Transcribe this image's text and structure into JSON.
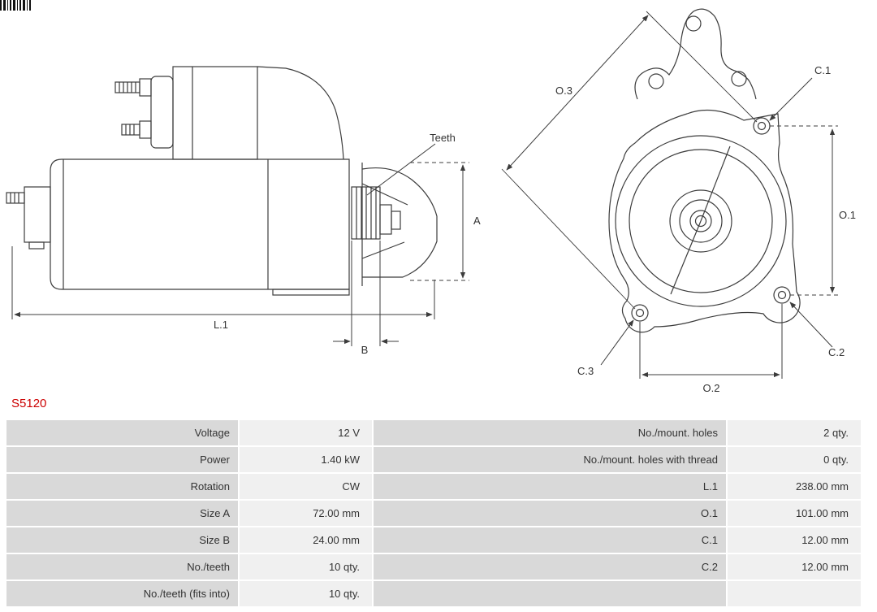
{
  "part": {
    "number": "S5120",
    "number_color": "#cc0000"
  },
  "icons": {
    "top_left": "barcode-icon"
  },
  "colors": {
    "label_cell_bg": "#d9d9d9",
    "value_cell_bg": "#f0f0f0",
    "line_color": "#3c3c3c"
  },
  "drawings": {
    "side_view": {
      "teeth": "Teeth",
      "a": "A",
      "b": "B",
      "l1": "L.1"
    },
    "front_view": {
      "o1": "O.1",
      "o2": "O.2",
      "o3": "O.3",
      "c1": "C.1",
      "c2": "C.2",
      "c3": "C.3"
    }
  },
  "spec_table": {
    "rows": [
      {
        "left_label": "Voltage",
        "left_value": "12 V",
        "right_label": "No./mount. holes",
        "right_value": "2 qty."
      },
      {
        "left_label": "Power",
        "left_value": "1.40 kW",
        "right_label": "No./mount. holes with thread",
        "right_value": "0 qty."
      },
      {
        "left_label": "Rotation",
        "left_value": "CW",
        "right_label": "L.1",
        "right_value": "238.00 mm"
      },
      {
        "left_label": "Size A",
        "left_value": "72.00 mm",
        "right_label": "O.1",
        "right_value": "101.00 mm"
      },
      {
        "left_label": "Size B",
        "left_value": "24.00 mm",
        "right_label": "C.1",
        "right_value": "12.00 mm"
      },
      {
        "left_label": "No./teeth",
        "left_value": "10 qty.",
        "right_label": "C.2",
        "right_value": "12.00 mm"
      },
      {
        "left_label": "No./teeth (fits into)",
        "left_value": "10 qty.",
        "right_label": "",
        "right_value": ""
      }
    ]
  }
}
